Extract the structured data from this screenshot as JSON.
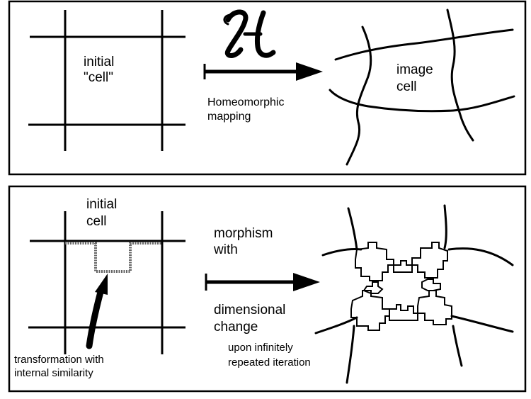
{
  "top_panel": {
    "initial_cell_line1": "initial",
    "initial_cell_line2": "\"cell\"",
    "mapping_symbol": "H",
    "mapping_label_line1": "Homeomorphic",
    "mapping_label_line2": "mapping",
    "image_cell_line1": "image",
    "image_cell_line2": "cell"
  },
  "bottom_panel": {
    "initial_cell_line1": "initial",
    "initial_cell_line2": "cell",
    "transformation_line1": "transformation with",
    "transformation_line2": "internal similarity",
    "morphism_line1": "morphism",
    "morphism_line2": "with",
    "dimensional_line1": "dimensional",
    "dimensional_line2": "change",
    "iteration_line1": "upon infinitely",
    "iteration_line2": "repeated iteration"
  },
  "colors": {
    "ink": "#000000",
    "background": "#ffffff",
    "dotted_path": "#666666"
  }
}
